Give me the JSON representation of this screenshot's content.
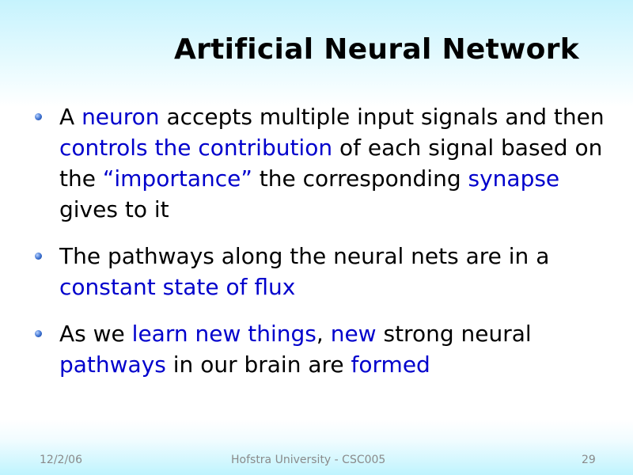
{
  "slide": {
    "title": "Artificial Neural Network",
    "accent_color": "#0000cc",
    "bullets": [
      {
        "segments": [
          {
            "text": "A ",
            "hl": false
          },
          {
            "text": "neuron",
            "hl": true
          },
          {
            "text": " accepts multiple input signals and then ",
            "hl": false
          },
          {
            "text": "controls the contribution",
            "hl": true
          },
          {
            "text": " of each signal based on the ",
            "hl": false
          },
          {
            "text": "“importance”",
            "hl": true
          },
          {
            "text": " the corresponding ",
            "hl": false
          },
          {
            "text": "synapse",
            "hl": true
          },
          {
            "text": " gives to it",
            "hl": false
          }
        ]
      },
      {
        "segments": [
          {
            "text": "The pathways along the neural nets are in a ",
            "hl": false
          },
          {
            "text": "constant state of flux",
            "hl": true
          }
        ]
      },
      {
        "segments": [
          {
            "text": "As we ",
            "hl": false
          },
          {
            "text": "learn new things",
            "hl": true
          },
          {
            "text": ", ",
            "hl": false
          },
          {
            "text": "new",
            "hl": true
          },
          {
            "text": " strong neural ",
            "hl": false
          },
          {
            "text": "pathways",
            "hl": true
          },
          {
            "text": " in our brain are ",
            "hl": false
          },
          {
            "text": "formed",
            "hl": true
          }
        ]
      }
    ]
  },
  "footer": {
    "date": "12/2/06",
    "center": "Hofstra University - CSC005",
    "page_number": "29"
  }
}
